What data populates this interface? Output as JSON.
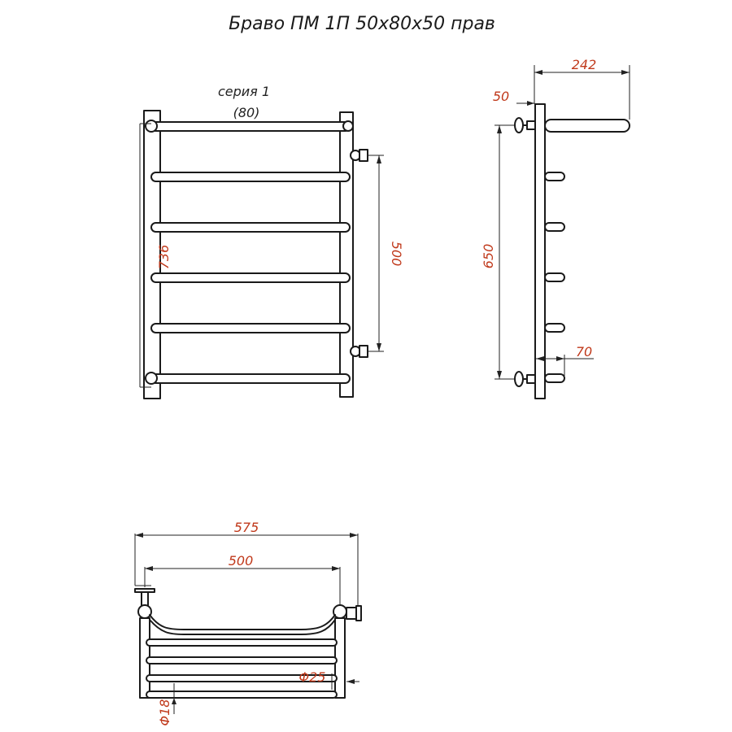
{
  "title": "Браво ПМ 1П 50х80х50 прав",
  "series_label": "серия 1",
  "series_code": "(80)",
  "dimensions": {
    "front_height": "736",
    "front_connection": "500",
    "side_depth": "242",
    "side_offset": "50",
    "side_height": "650",
    "side_bottom": "70",
    "top_width": "575",
    "top_inner": "500",
    "pipe_main": "Φ25",
    "pipe_rung": "Φ18"
  },
  "colors": {
    "line": "#1a1a1a",
    "dimension_text": "#c0391b"
  }
}
